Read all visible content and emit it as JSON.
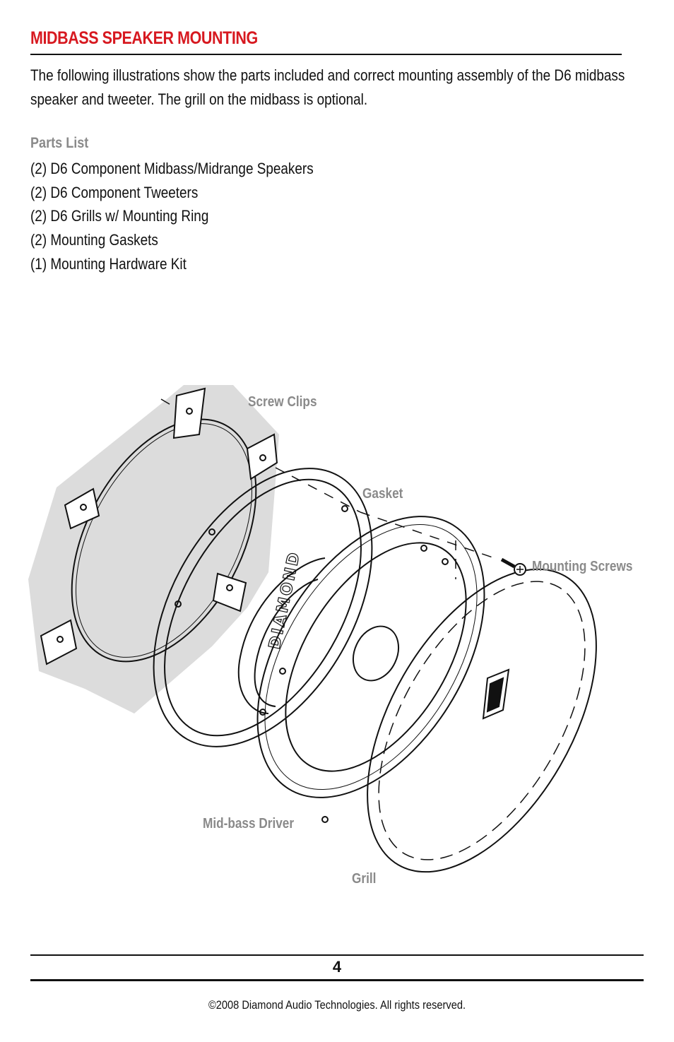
{
  "header": {
    "title": "MIDBASS SPEAKER MOUNTING",
    "intro": "The following illustrations show the parts included and correct mounting assembly of the D6 midbass speaker and tweeter. The grill on the midbass is optional."
  },
  "parts": {
    "heading": "Parts List",
    "items": [
      "(2) D6 Component Midbass/Midrange Speakers",
      "(2) D6 Component Tweeters",
      "(2) D6 Grills w/ Mounting Ring",
      "(2) Mounting Gaskets",
      "(1) Mounting Hardware Kit"
    ]
  },
  "diagram": {
    "labels": {
      "screw_clips": "Screw Clips",
      "gasket": "Gasket",
      "mounting_screws": "Mounting Screws",
      "mid_bass_driver": "Mid-bass Driver",
      "grill": "Grill"
    },
    "brand_mark": "DIAMOND",
    "colors": {
      "panel": "#dcdcdc",
      "line": "#111111",
      "label": "#8a8a8a"
    }
  },
  "footer": {
    "page_number": "4",
    "copyright": "©2008 Diamond Audio Technologies. All rights reserved."
  },
  "colors": {
    "accent": "#d71920",
    "muted": "#8a8a8a"
  }
}
